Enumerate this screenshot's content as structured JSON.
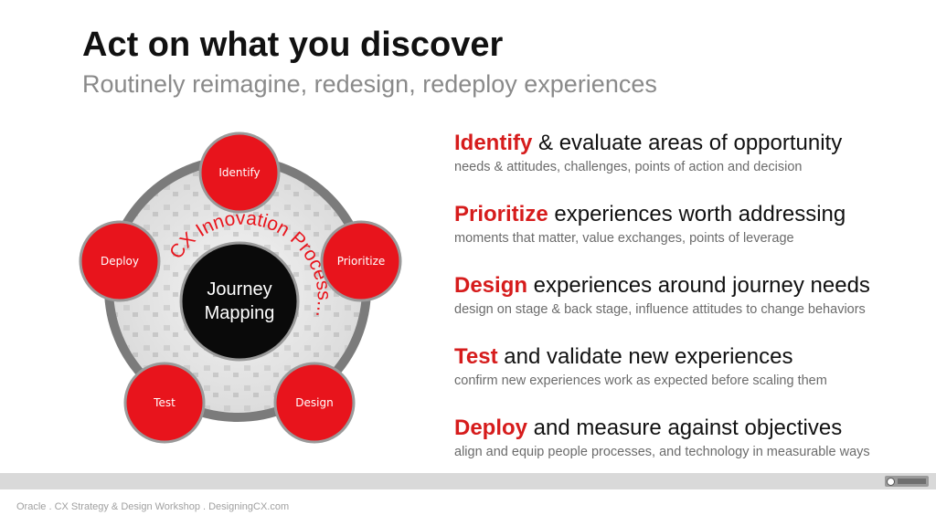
{
  "header": {
    "title": "Act on what you discover",
    "subtitle": "Routinely reimagine, redesign, redeploy experiences"
  },
  "diagram": {
    "center_line1": "Journey",
    "center_line2": "Mapping",
    "arc_text": "CX Innovation Process...",
    "nodes": [
      "Identify",
      "Prioritize",
      "Design",
      "Test",
      "Deploy"
    ]
  },
  "steps": [
    {
      "keyword": "Identify",
      "rest": " & evaluate areas of opportunity",
      "desc": "needs & attitudes, challenges, points of action and decision"
    },
    {
      "keyword": "Prioritize",
      "rest": " experiences worth addressing",
      "desc": "moments that matter, value exchanges, points of leverage"
    },
    {
      "keyword": "Design",
      "rest": " experiences around journey needs",
      "desc": "design on stage & back stage, influence attitudes to change behaviors"
    },
    {
      "keyword": "Test",
      "rest": " and validate new experiences",
      "desc": "confirm new experiences work as expected before scaling them"
    },
    {
      "keyword": "Deploy",
      "rest": " and measure against objectives",
      "desc": "align and equip people processes, and technology in measurable ways"
    }
  ],
  "footer": {
    "text": "Oracle . CX Strategy & Design Workshop . DesigningCX.com"
  },
  "colors": {
    "accent_red": "#d61c1c",
    "node_red": "#e8141c",
    "ring_gray": "#7b7b7b",
    "center_black": "#0a0a0a"
  },
  "icons": [
    "creative-commons-icon"
  ]
}
